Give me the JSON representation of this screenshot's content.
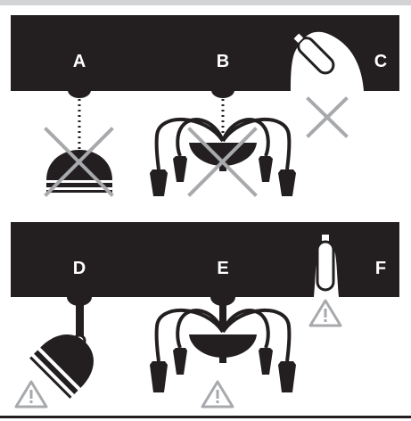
{
  "panels": [
    {
      "letter": "A",
      "fixture": "dome-pendant",
      "mount": "pendant-on-wire",
      "status": "not-allowed"
    },
    {
      "letter": "B",
      "fixture": "chandelier",
      "mount": "pendant-on-wire",
      "status": "not-allowed"
    },
    {
      "letter": "C",
      "fixture": "tube-lamp",
      "mount": "ceiling-recess",
      "status": "not-allowed"
    },
    {
      "letter": "D",
      "fixture": "spotlight",
      "mount": "angled-rod",
      "status": "warning"
    },
    {
      "letter": "E",
      "fixture": "chandelier",
      "mount": "rigid-rod",
      "status": "warning"
    },
    {
      "letter": "F",
      "fixture": "tube-lamp",
      "mount": "ceiling-recess",
      "status": "warning"
    }
  ],
  "colors": {
    "ceiling": "#231f20",
    "prohibited_cross": "#a7a9ac",
    "warning_triangle": "#a7a9ac",
    "divider": "#d1d3d4",
    "background": "#ffffff"
  },
  "icons": {
    "not_allowed": "cross-icon",
    "warning": "warning-icon"
  }
}
